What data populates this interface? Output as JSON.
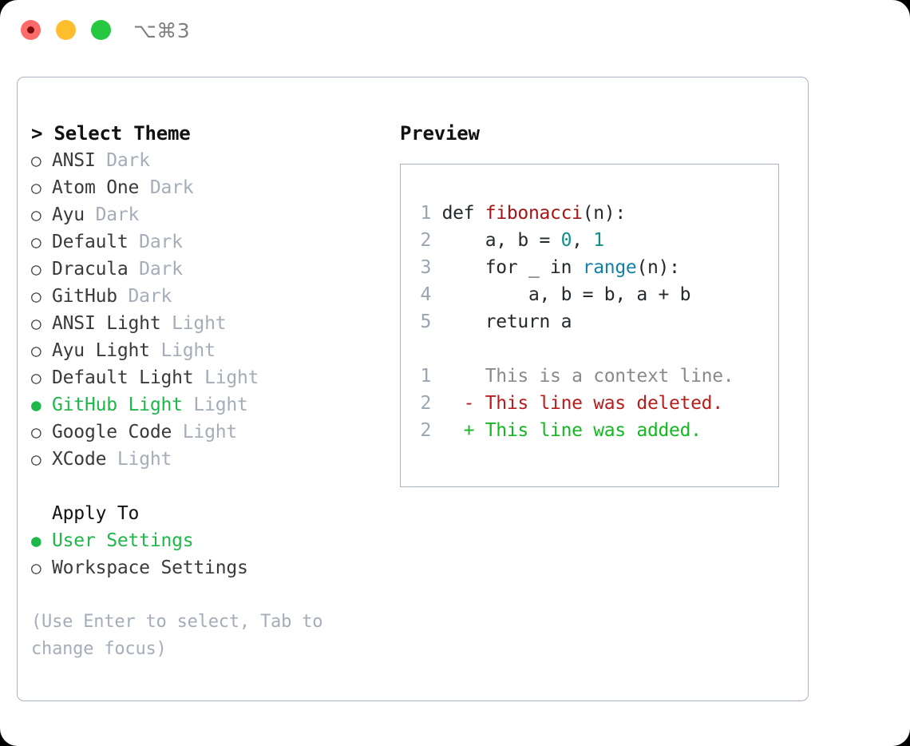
{
  "window": {
    "shortcut": "⌥⌘3",
    "traffic_lights": [
      {
        "name": "close",
        "color": "#ff6b6b"
      },
      {
        "name": "minimize",
        "color": "#ffbe2e"
      },
      {
        "name": "maximize",
        "color": "#25c83e"
      }
    ]
  },
  "theme_picker": {
    "header": "> Select Theme",
    "items": [
      {
        "bullet": "○",
        "label": "ANSI",
        "tag": "Dark",
        "selected": false
      },
      {
        "bullet": "○",
        "label": "Atom One",
        "tag": "Dark",
        "selected": false
      },
      {
        "bullet": "○",
        "label": "Ayu",
        "tag": "Dark",
        "selected": false
      },
      {
        "bullet": "○",
        "label": "Default",
        "tag": "Dark",
        "selected": false
      },
      {
        "bullet": "○",
        "label": "Dracula",
        "tag": "Dark",
        "selected": false
      },
      {
        "bullet": "○",
        "label": "GitHub",
        "tag": "Dark",
        "selected": false
      },
      {
        "bullet": "○",
        "label": "ANSI Light",
        "tag": "Light",
        "selected": false
      },
      {
        "bullet": "○",
        "label": "Ayu Light",
        "tag": "Light",
        "selected": false
      },
      {
        "bullet": "○",
        "label": "Default Light",
        "tag": "Light",
        "selected": false
      },
      {
        "bullet": "●",
        "label": "GitHub Light",
        "tag": "Light",
        "selected": true
      },
      {
        "bullet": "○",
        "label": "Google Code",
        "tag": "Light",
        "selected": false
      },
      {
        "bullet": "○",
        "label": "XCode",
        "tag": "Light",
        "selected": false
      }
    ]
  },
  "apply_to": {
    "title": "Apply To",
    "items": [
      {
        "bullet": "●",
        "label": "User Settings",
        "selected": true
      },
      {
        "bullet": "○",
        "label": "Workspace Settings",
        "selected": false
      }
    ]
  },
  "hint": "(Use Enter to select, Tab to change focus)",
  "preview": {
    "title": "Preview",
    "code_lines": [
      {
        "no": "1",
        "tokens": [
          {
            "t": "def ",
            "c": "plain"
          },
          {
            "t": "fibonacci",
            "c": "fn"
          },
          {
            "t": "(n):",
            "c": "plain"
          }
        ]
      },
      {
        "no": "2",
        "tokens": [
          {
            "t": "    a, b = ",
            "c": "plain"
          },
          {
            "t": "0",
            "c": "num"
          },
          {
            "t": ", ",
            "c": "plain"
          },
          {
            "t": "1",
            "c": "num"
          }
        ]
      },
      {
        "no": "3",
        "tokens": [
          {
            "t": "    for _ in ",
            "c": "plain"
          },
          {
            "t": "range",
            "c": "call"
          },
          {
            "t": "(n):",
            "c": "plain"
          }
        ]
      },
      {
        "no": "4",
        "tokens": [
          {
            "t": "        a, b = b, a + b",
            "c": "plain"
          }
        ]
      },
      {
        "no": "5",
        "tokens": [
          {
            "t": "    return a",
            "c": "plain"
          }
        ]
      }
    ],
    "diff_lines": [
      {
        "no": "1",
        "marker": "  ",
        "text": "This is a context line.",
        "kind": "ctx"
      },
      {
        "no": "2",
        "marker": "- ",
        "text": "This line was deleted.",
        "kind": "del"
      },
      {
        "no": "2",
        "marker": "+ ",
        "text": "This line was added.",
        "kind": "add"
      }
    ]
  },
  "colors": {
    "selected_green": "#1eb84a",
    "muted": "#a4adb9",
    "border": "#aab4c2",
    "syntax_function": "#a31515",
    "syntax_number": "#0f8f85",
    "syntax_call": "#1380a8",
    "diff_added": "#16b822",
    "diff_deleted": "#b81c1c",
    "diff_context": "#8a8a8a"
  }
}
